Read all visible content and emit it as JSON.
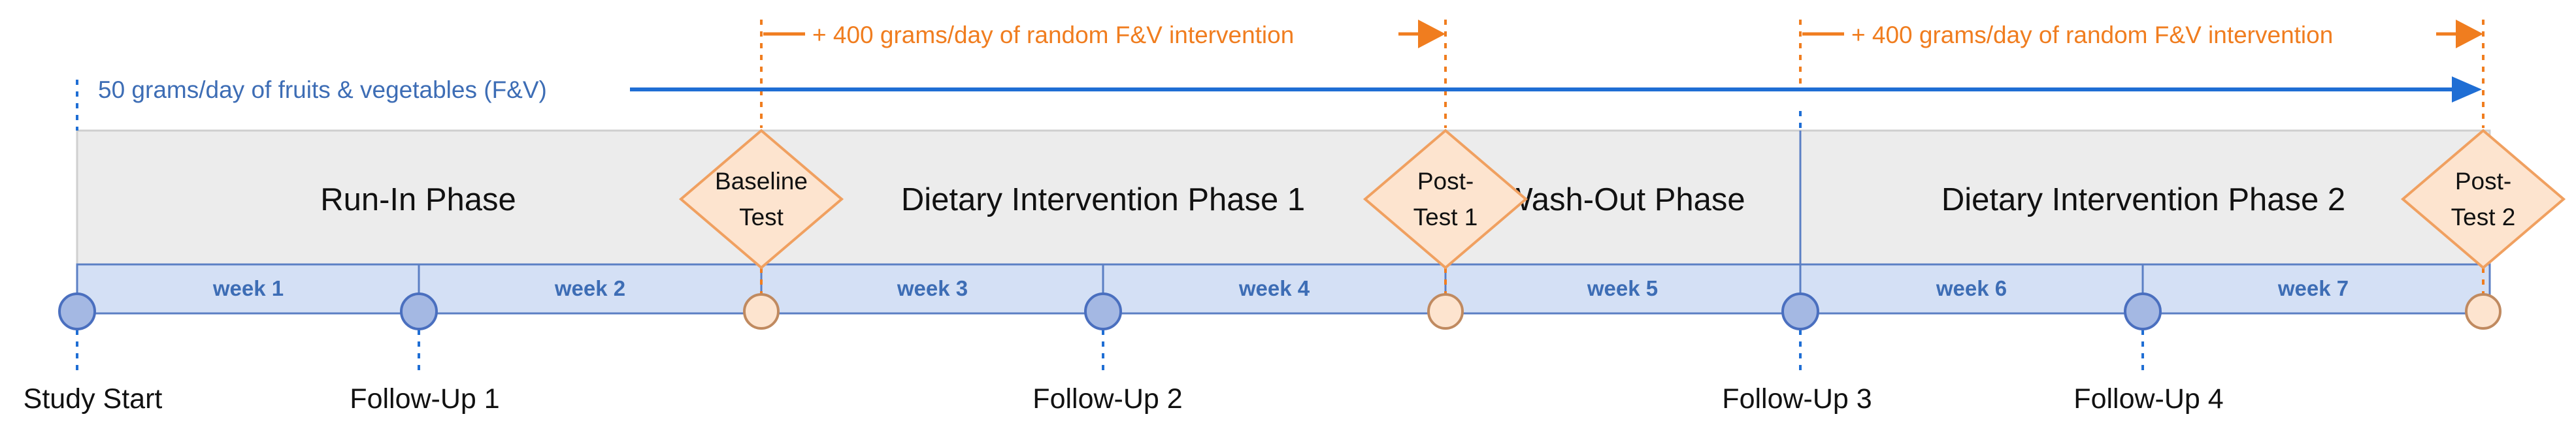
{
  "colors": {
    "blue": "#1f6ed4",
    "blue_text": "#3d6db5",
    "orange": "#f07d1f",
    "phase_band_fill": "#ececec",
    "week_band_fill": "#d4e0f5",
    "node_blue_fill": "#a4b8e3",
    "node_peach_fill": "#fde4cf",
    "text_dark": "#111111"
  },
  "arrows": {
    "base_intake": "50 grams/day of fruits & vegetables (F&V)",
    "intervention_1": "+ 400 grams/day of random F&V intervention",
    "intervention_2": "+ 400 grams/day of random F&V intervention"
  },
  "phases": [
    {
      "id": "run-in",
      "label": "Run-In Phase"
    },
    {
      "id": "intervention-1",
      "label": "Dietary Intervention Phase 1"
    },
    {
      "id": "wash-out",
      "label": "Wash-Out Phase"
    },
    {
      "id": "intervention-2",
      "label": "Dietary Intervention Phase 2"
    }
  ],
  "tests": [
    {
      "id": "baseline",
      "lines": [
        "Baseline",
        "Test"
      ]
    },
    {
      "id": "post-test-1",
      "lines": [
        "Post-",
        "Test 1"
      ]
    },
    {
      "id": "post-test-2",
      "lines": [
        "Post-",
        "Test 2"
      ]
    }
  ],
  "weeks": [
    "week 1",
    "week 2",
    "week 3",
    "week 4",
    "week 5",
    "week 6",
    "week 7"
  ],
  "milestones": [
    {
      "id": "study-start",
      "label": "Study Start"
    },
    {
      "id": "follow-up-1",
      "label": "Follow-Up 1"
    },
    {
      "id": "follow-up-2",
      "label": "Follow-Up 2"
    },
    {
      "id": "follow-up-3",
      "label": "Follow-Up 3"
    },
    {
      "id": "follow-up-4",
      "label": "Follow-Up 4"
    }
  ]
}
